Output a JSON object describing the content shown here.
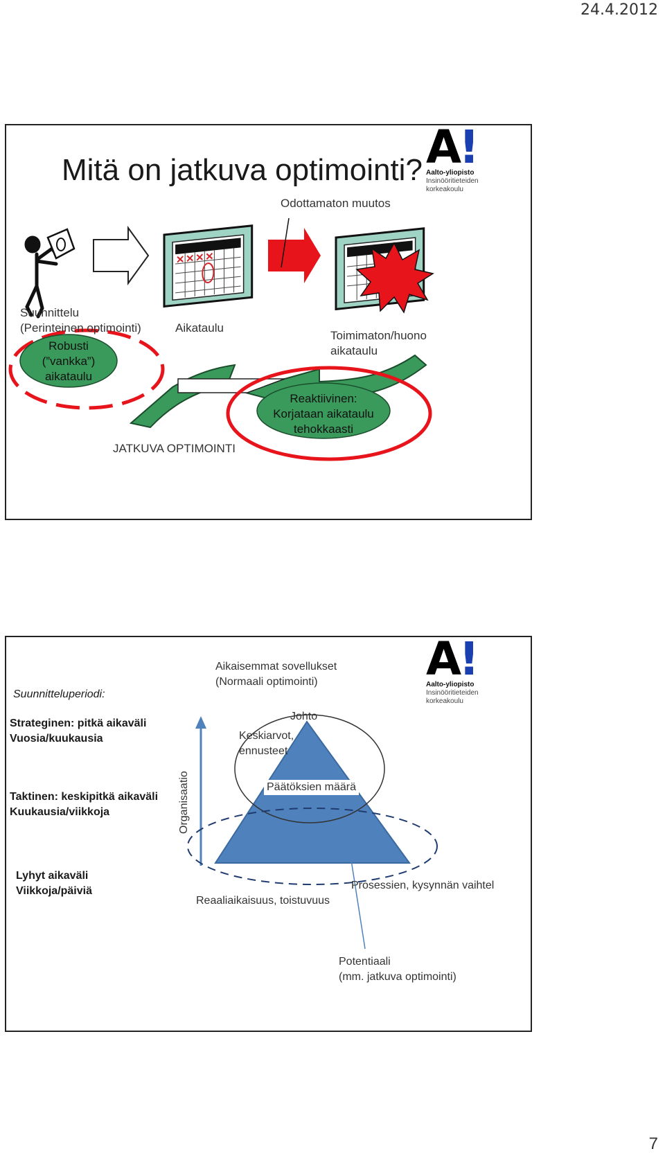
{
  "header": {
    "date": "24.4.2012"
  },
  "footer": {
    "page_number": "7"
  },
  "logo": {
    "mark": "A",
    "bang": "!",
    "line1": "Aalto-yliopisto",
    "line2": "Insinööritieteiden",
    "line3": "korkeakoulu"
  },
  "slide1": {
    "title": "Mitä on jatkuva optimointi?",
    "unexpected_change": "Odottamaton muutos",
    "planning_line1": "Suunnittelu",
    "planning_line2": "(Perinteinen optimointi)",
    "robust_line1": "Robusti",
    "robust_line2": "(”vankka”)",
    "robust_line3": "aikataulu",
    "schedule": "Aikataulu",
    "bad_schedule_line1": "Toimimaton/huono",
    "bad_schedule_line2": "aikataulu",
    "reactive_line1": "Reaktiivinen:",
    "reactive_line2": "Korjataan aikataulu",
    "reactive_line3": "tehokkaasti",
    "continuous": "JATKUVA OPTIMOINTI",
    "colors": {
      "red": "#e8141c",
      "green": "#3a9a5b",
      "calendar_frame": "#9fd3c4"
    }
  },
  "slide2": {
    "period_heading": "Suunnitteluperiodi:",
    "strategic_line1": "Strateginen: pitkä aikaväli",
    "strategic_line2": "Vuosia/kuukausia",
    "tactical_line1": "Taktinen: keskipitkä aikaväli",
    "tactical_line2": "Kuukausia/viikkoja",
    "short_line1": "Lyhyt aikaväli",
    "short_line2": "Viikkoja/päiviä",
    "axis_label": "Organisaatio",
    "previous_line1": "Aikaisemmat sovellukset",
    "previous_line2": "(Normaali optimointi)",
    "management": "Johto",
    "averages_line1": "Keskiarvot,",
    "averages_line2": "ennusteet",
    "decisions": "Päätöksien määrä",
    "realtime": "Reaaliaikaisuus, toistuvuus",
    "process_changes": "Prosessien, kysynnän vaihtel",
    "potential_line1": "Potentiaali",
    "potential_line2": "(mm. jatkuva optimointi)",
    "colors": {
      "triangle": "#4f81bd",
      "triangle_edge": "#3b6aa0"
    }
  }
}
